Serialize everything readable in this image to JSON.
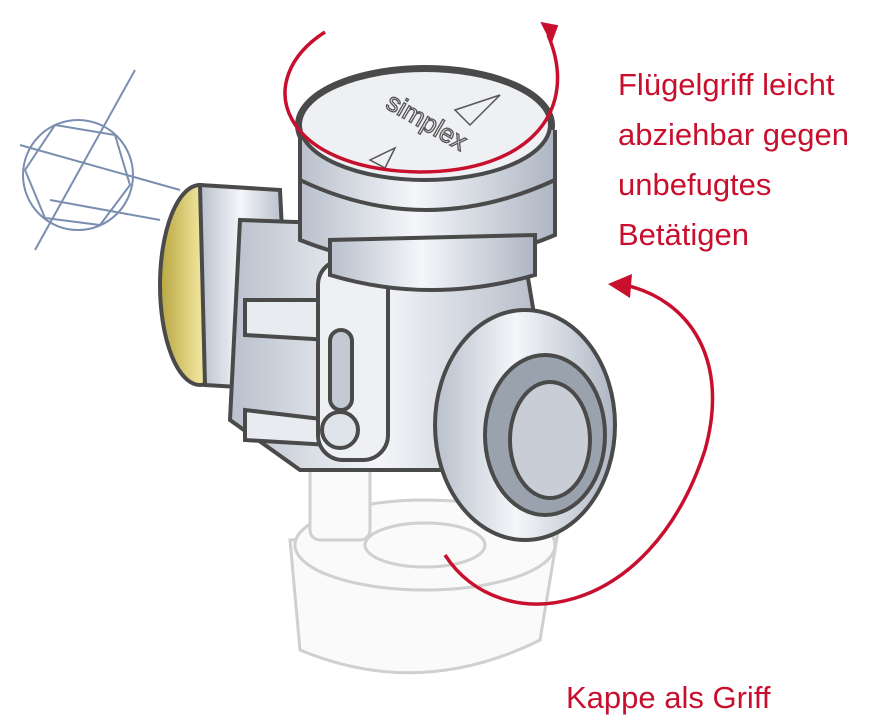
{
  "annotations": {
    "top_lines": [
      "Flügelgriff leicht",
      "abziehbar gegen",
      "unbefugtes",
      "Betätigen"
    ],
    "bottom": "Kappe als Griff"
  },
  "logo_text": "simplex",
  "colors": {
    "accent": "#c8102e",
    "outline": "#4a4a4a",
    "metal": "#d8dde6",
    "brass": "#d9c65a",
    "sketch": "#7a8eb0"
  }
}
